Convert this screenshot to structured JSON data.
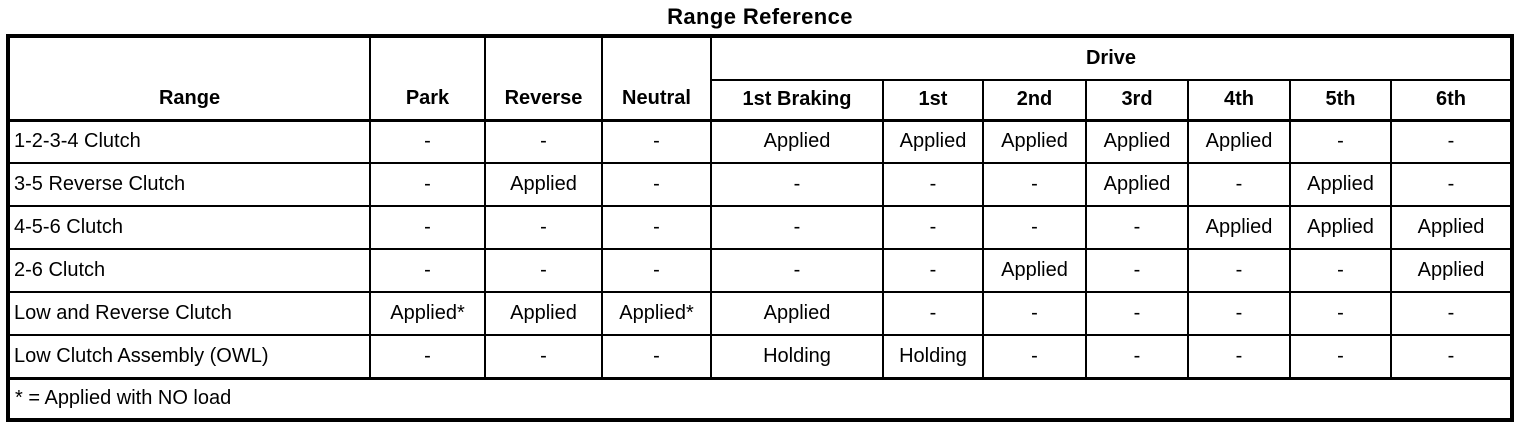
{
  "title": "Range Reference",
  "colors": {
    "background": "#ffffff",
    "text": "#000000",
    "border": "#000000"
  },
  "chart_data": {
    "type": "table",
    "title": "Range Reference",
    "corner_header": "Range",
    "top_columns": [
      "Park",
      "Reverse",
      "Neutral"
    ],
    "group_header": "Drive",
    "group_columns": [
      "1st Braking",
      "1st",
      "2nd",
      "3rd",
      "4th",
      "5th",
      "6th"
    ],
    "rows": [
      {
        "label": "1-2-3-4 Clutch",
        "cells": [
          "-",
          "-",
          "-",
          "Applied",
          "Applied",
          "Applied",
          "Applied",
          "Applied",
          "-",
          "-"
        ]
      },
      {
        "label": "3-5 Reverse Clutch",
        "cells": [
          "-",
          "Applied",
          "-",
          "-",
          "-",
          "-",
          "Applied",
          "-",
          "Applied",
          "-"
        ]
      },
      {
        "label": "4-5-6 Clutch",
        "cells": [
          "-",
          "-",
          "-",
          "-",
          "-",
          "-",
          "-",
          "Applied",
          "Applied",
          "Applied"
        ]
      },
      {
        "label": "2-6 Clutch",
        "cells": [
          "-",
          "-",
          "-",
          "-",
          "-",
          "Applied",
          "-",
          "-",
          "-",
          "Applied"
        ]
      },
      {
        "label": "Low and Reverse Clutch",
        "cells": [
          "Applied*",
          "Applied",
          "Applied*",
          "Applied",
          "-",
          "-",
          "-",
          "-",
          "-",
          "-"
        ]
      },
      {
        "label": "Low Clutch Assembly (OWL)",
        "cells": [
          "-",
          "-",
          "-",
          "Holding",
          "Holding",
          "-",
          "-",
          "-",
          "-",
          "-"
        ]
      }
    ],
    "footnote": "* = Applied with NO load"
  }
}
